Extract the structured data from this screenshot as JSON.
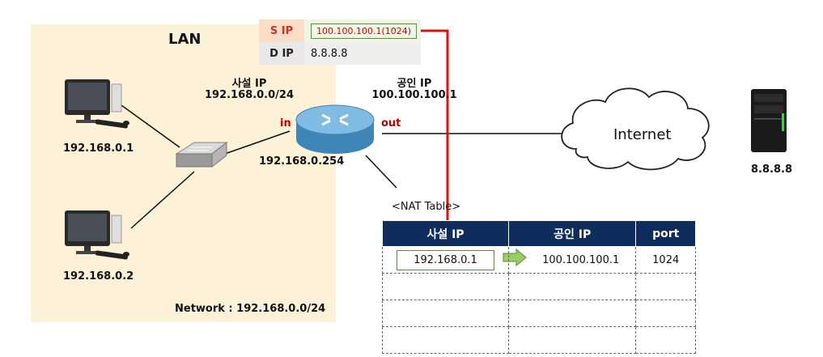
{
  "lan": {
    "title": "LAN",
    "network": "Network : 192.168.0.0/24"
  },
  "hosts": [
    {
      "ip": "192.168.0.1"
    },
    {
      "ip": "192.168.0.2"
    }
  ],
  "router": {
    "private_label": "사설 IP",
    "private_net": "192.168.0.0/24",
    "public_label": "공인 IP",
    "public_ip": "100.100.100.1",
    "in_label": "in",
    "out_label": "out",
    "lan_ip": "192.168.0.254"
  },
  "internet": {
    "label": "Internet"
  },
  "server": {
    "ip": "8.8.8.8"
  },
  "packet": {
    "src_label": "S IP",
    "src_value": "100.100.100.1(1024)",
    "dst_label": "D IP",
    "dst_value": "8.8.8.8"
  },
  "nat": {
    "title": "<NAT Table>",
    "headers": [
      "사설 IP",
      "공인 IP",
      "port"
    ],
    "rows": [
      [
        "192.168.0.1",
        "100.100.100.1",
        "1024"
      ],
      [
        "",
        "",
        ""
      ],
      [
        "",
        "",
        ""
      ],
      [
        "",
        "",
        ""
      ]
    ]
  },
  "colors": {
    "lan_bg": "#fdf1d8",
    "table_header": "#0f2d5c",
    "arrow_red": "#e01010",
    "highlight_green": "#5e8e2e"
  }
}
